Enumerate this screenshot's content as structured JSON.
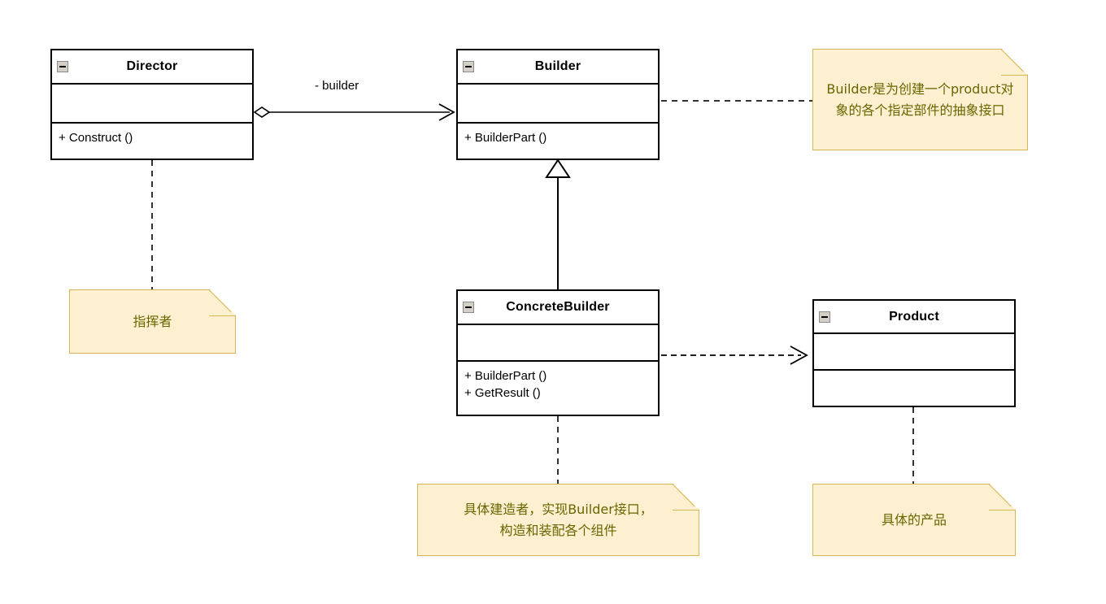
{
  "diagram": {
    "title": "Builder Pattern UML Class Diagram",
    "background": "#ffffff",
    "classes": [
      {
        "id": "director",
        "name": "Director",
        "collapse_icon": "minus-box-icon",
        "attributes": [],
        "operations": [
          "+ Construct ()"
        ]
      },
      {
        "id": "builder",
        "name": "Builder",
        "collapse_icon": "minus-box-icon",
        "attributes": [],
        "operations": [
          "+ BuilderPart ()"
        ]
      },
      {
        "id": "concretebuilder",
        "name": "ConcreteBuilder",
        "collapse_icon": "minus-box-icon",
        "attributes": [],
        "operations": [
          "+ BuilderPart ()",
          "+ GetResult ()"
        ]
      },
      {
        "id": "product",
        "name": "Product",
        "collapse_icon": "minus-box-icon",
        "attributes": [],
        "operations": []
      }
    ],
    "notes": [
      {
        "id": "note-director",
        "text": "指挥者"
      },
      {
        "id": "note-builder",
        "text": "Builder是为创建一个product对\n象的各个指定部件的抽象接口"
      },
      {
        "id": "note-concretebuilder",
        "text": "具体建造者，实现Builder接口，\n构造和装配各个组件"
      },
      {
        "id": "note-product",
        "text": "具体的产品"
      }
    ],
    "edges": [
      {
        "id": "director-builder",
        "from": "director",
        "to": "builder",
        "type": "aggregation",
        "label": "- builder",
        "source_decoration": "hollow-diamond",
        "target_decoration": "open-arrow",
        "style": "solid"
      },
      {
        "id": "concretebuilder-builder",
        "from": "concretebuilder",
        "to": "builder",
        "type": "generalization",
        "label": "",
        "source_decoration": "none",
        "target_decoration": "hollow-triangle",
        "style": "solid"
      },
      {
        "id": "concretebuilder-product",
        "from": "concretebuilder",
        "to": "product",
        "type": "dependency",
        "label": "",
        "source_decoration": "none",
        "target_decoration": "open-arrow",
        "style": "dashed"
      },
      {
        "id": "director-note",
        "from": "director",
        "to": "note-director",
        "type": "note-link",
        "label": "",
        "source_decoration": "none",
        "target_decoration": "none",
        "style": "dashed"
      },
      {
        "id": "builder-note",
        "from": "builder",
        "to": "note-builder",
        "type": "note-link",
        "label": "",
        "source_decoration": "none",
        "target_decoration": "none",
        "style": "dashed"
      },
      {
        "id": "concretebuilder-note",
        "from": "concretebuilder",
        "to": "note-concretebuilder",
        "type": "note-link",
        "label": "",
        "source_decoration": "none",
        "target_decoration": "none",
        "style": "dashed"
      },
      {
        "id": "product-note",
        "from": "product",
        "to": "note-product",
        "type": "note-link",
        "label": "",
        "source_decoration": "none",
        "target_decoration": "none",
        "style": "dashed"
      }
    ],
    "colors": {
      "class_border": "#000000",
      "class_fill": "#ffffff",
      "note_fill": "#fdf0d0",
      "note_border": "#d6b656",
      "note_text": "#666600",
      "line": "#000000"
    }
  }
}
